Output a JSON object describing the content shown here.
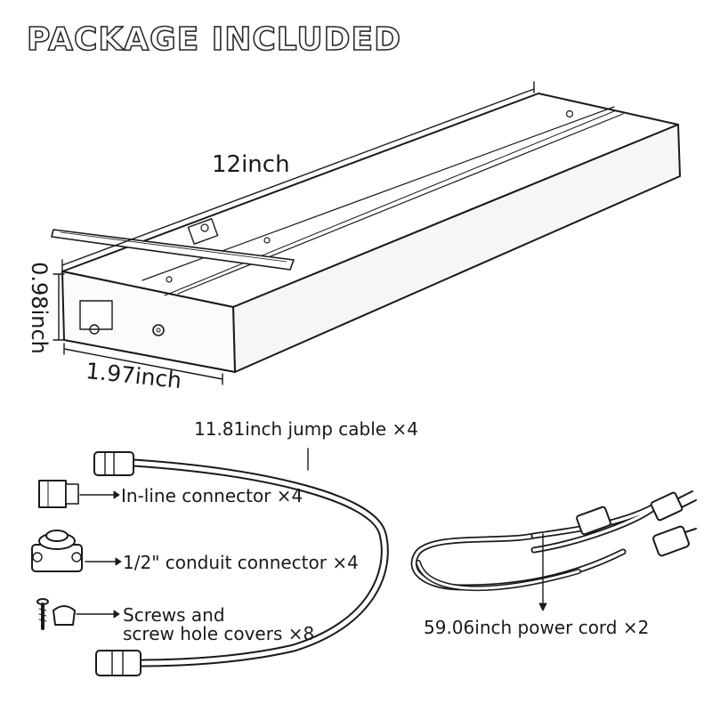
{
  "title": "PACKAGE INCLUDED",
  "dimensions": {
    "length": "12inch",
    "height": "0.98inch",
    "width": "1.97inch"
  },
  "items": {
    "jump_cable": "11.81inch jump cable ×4",
    "inline_connector": "In-line connector ×4",
    "conduit_connector": "1/2\" conduit connector ×4",
    "screws_line1": "Screws and",
    "screws_line2": "screw hole covers ×8",
    "power_cord": "59.06inch power cord ×2"
  }
}
